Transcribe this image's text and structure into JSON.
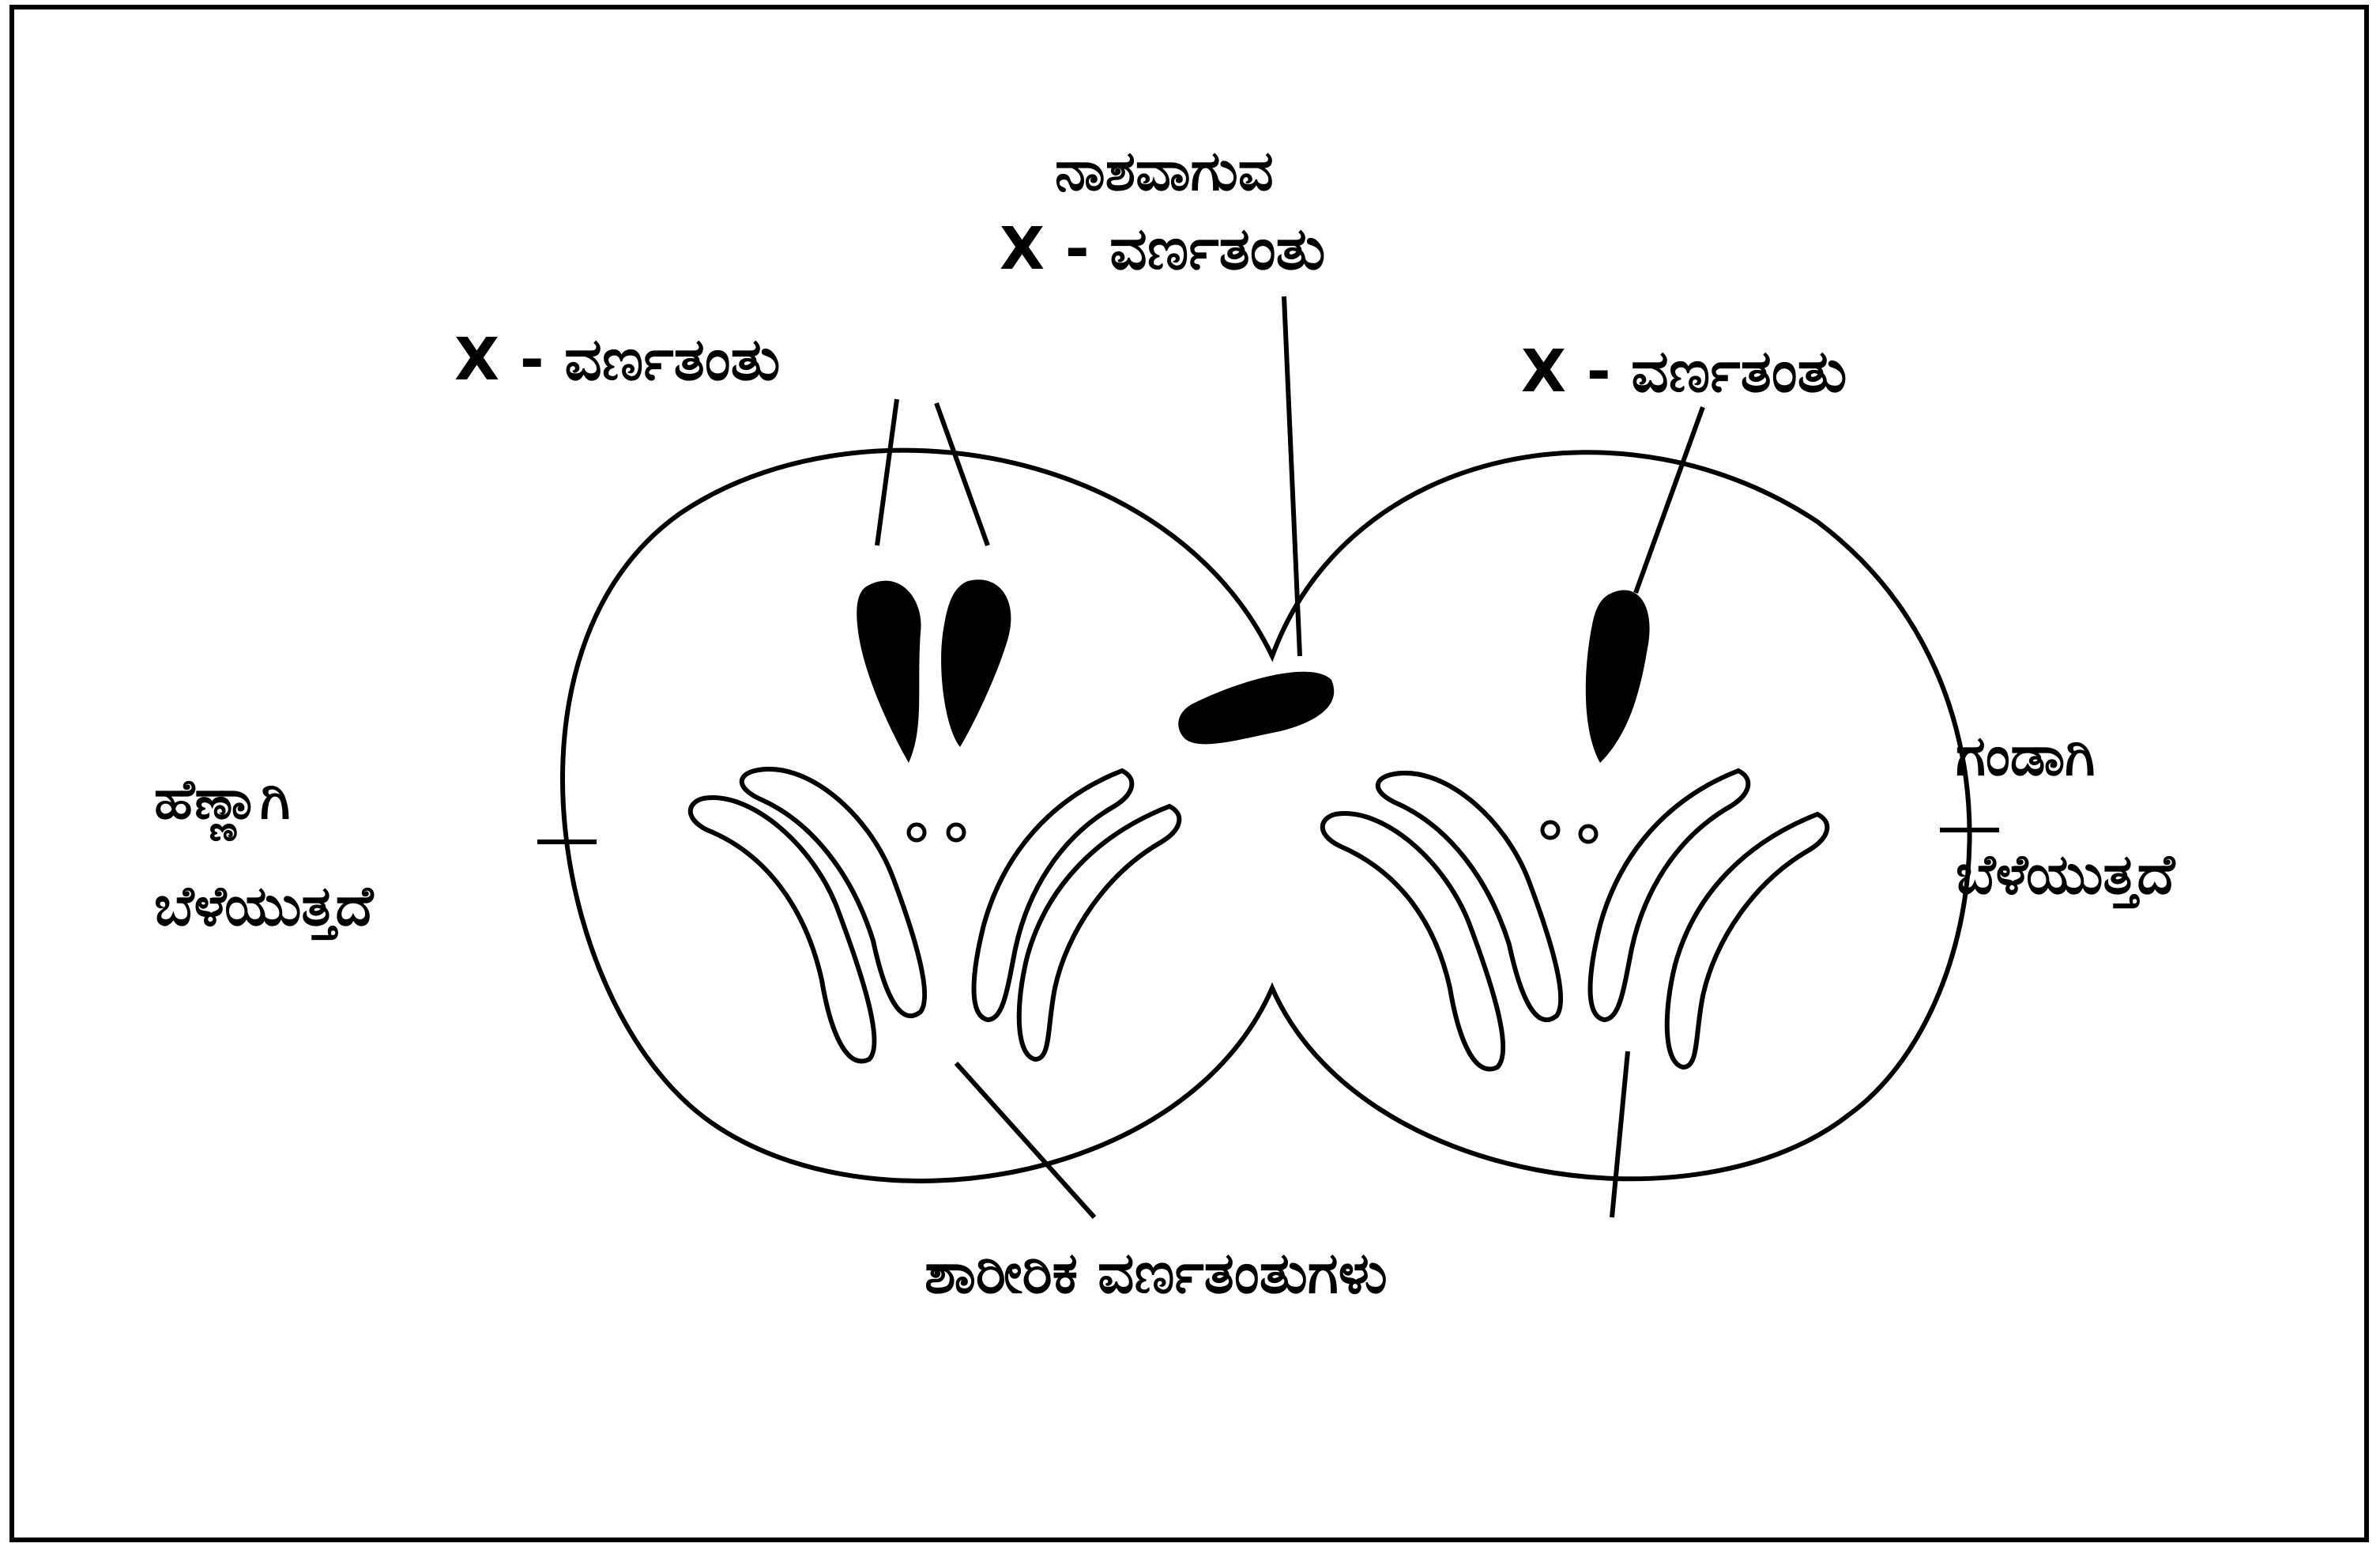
{
  "labels": {
    "x_left": "X - ವರ್ಣತಂತು",
    "x_lost_line1": "ನಾಶವಾಗುವ",
    "x_lost_line2": "X - ವರ್ಣತಂತು",
    "x_right": "X - ವರ್ಣತಂತು",
    "female_line1": "ಹೆಣ್ಣಾಗಿ",
    "female_line2": "ಬೆಳೆಯುತ್ತದೆ",
    "male_line1": "ಗಂಡಾಗಿ",
    "male_line2": "ಬೆಳೆಯುತ್ತದೆ",
    "autosomes": "ಶಾರೀರಿಕ ವರ್ಣತಂತುಗಳು"
  },
  "colors": {
    "ink": "#000000",
    "background": "#ffffff"
  }
}
